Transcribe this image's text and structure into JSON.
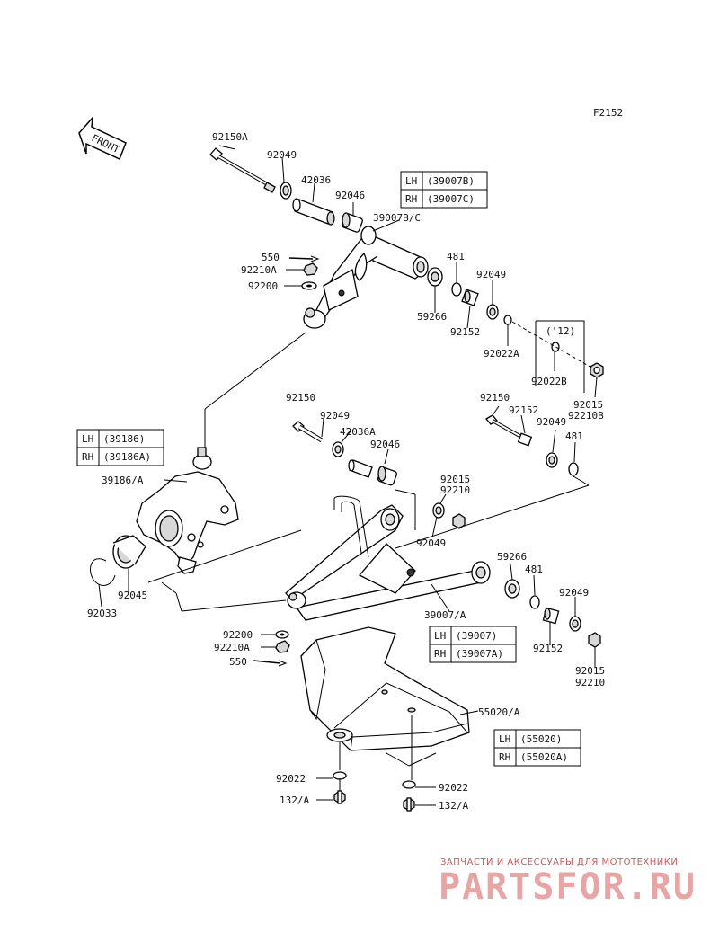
{
  "figure_code": "F2152",
  "front_marker": "FRONT",
  "labels": {
    "l_92150A": "92150A",
    "l_92049_a": "92049",
    "l_42036": "42036",
    "l_92046_a": "92046",
    "l_39007BC": "39007B/C",
    "l_550_a": "550",
    "l_92210A_a": "92210A",
    "l_92200_a": "92200",
    "l_481_a": "481",
    "l_92049_b": "92049",
    "l_59266_a": "59266",
    "l_92152_a": "92152",
    "l_92022A": "92022A",
    "l_12": "('12)",
    "l_92022B": "92022B",
    "l_92015_a": "92015",
    "l_92210B": "92210B",
    "l_92150": "92150",
    "l_92049_c": "92049",
    "l_42036A": "42036A",
    "l_92046_b": "92046",
    "l_92150_r": "92150",
    "l_92152_r": "92152",
    "l_92049_d": "92049",
    "l_481_b": "481",
    "l_39186A": "39186/A",
    "l_92015_b": "92015",
    "l_92210_a": "92210",
    "l_92049_e": "92049",
    "l_92045": "92045",
    "l_92033": "92033",
    "l_59266_b": "59266",
    "l_481_c": "481",
    "l_92049_f": "92049",
    "l_39007A": "39007/A",
    "l_92200_b": "92200",
    "l_92210A_b": "92210A",
    "l_550_b": "550",
    "l_92152_b": "92152",
    "l_92015_c": "92015",
    "l_92210_b": "92210",
    "l_55020A": "55020/A",
    "l_92022_a": "92022",
    "l_132A_a": "132/A",
    "l_92022_b": "92022",
    "l_132A_b": "132/A"
  },
  "tables": {
    "upper_arm": {
      "lh_key": "LH",
      "lh_val": "(39007B)",
      "rh_key": "RH",
      "rh_val": "(39007C)"
    },
    "knuckle": {
      "lh_key": "LH",
      "lh_val": "(39186)",
      "rh_key": "RH",
      "rh_val": "(39186A)"
    },
    "lower_arm": {
      "lh_key": "LH",
      "lh_val": "(39007)",
      "rh_key": "RH",
      "rh_val": "(39007A)"
    },
    "guard": {
      "lh_key": "LH",
      "lh_val": "(55020)",
      "rh_key": "RH",
      "rh_val": "(55020A)"
    }
  },
  "watermark": {
    "tagline": "ЗАПЧАСТИ И АКСЕССУАРЫ ДЛЯ МОТОТЕХНИКИ",
    "brand": "PARTSFOR.RU"
  }
}
